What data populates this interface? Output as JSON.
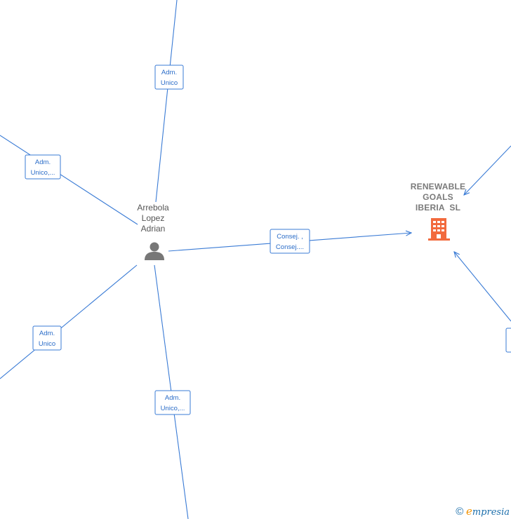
{
  "person": {
    "name_line1": "Arrebola",
    "name_line2": "Lopez",
    "name_line3": "Adrian",
    "icon": "person-icon"
  },
  "company": {
    "line1": "RENEWABLE",
    "line2": "GOALS",
    "line3": "IBERIA  SL",
    "icon": "building-icon",
    "color": "#f26a3d"
  },
  "edges": [
    {
      "label_l1": "Adm.",
      "label_l2": "Unico"
    },
    {
      "label_l1": "Adm.",
      "label_l2": "Unico,..."
    },
    {
      "label_l1": "Consej. ,",
      "label_l2": "Consej...."
    },
    {
      "label_l1": "Adm.",
      "label_l2": "Unico"
    },
    {
      "label_l1": "Adm.",
      "label_l2": "Unico,..."
    }
  ],
  "colors": {
    "edge": "#3a7bd5",
    "label_text": "#2a6cc8"
  },
  "footer": {
    "copyright": "©",
    "brand_e": "e",
    "brand_rest": "mpresia"
  }
}
